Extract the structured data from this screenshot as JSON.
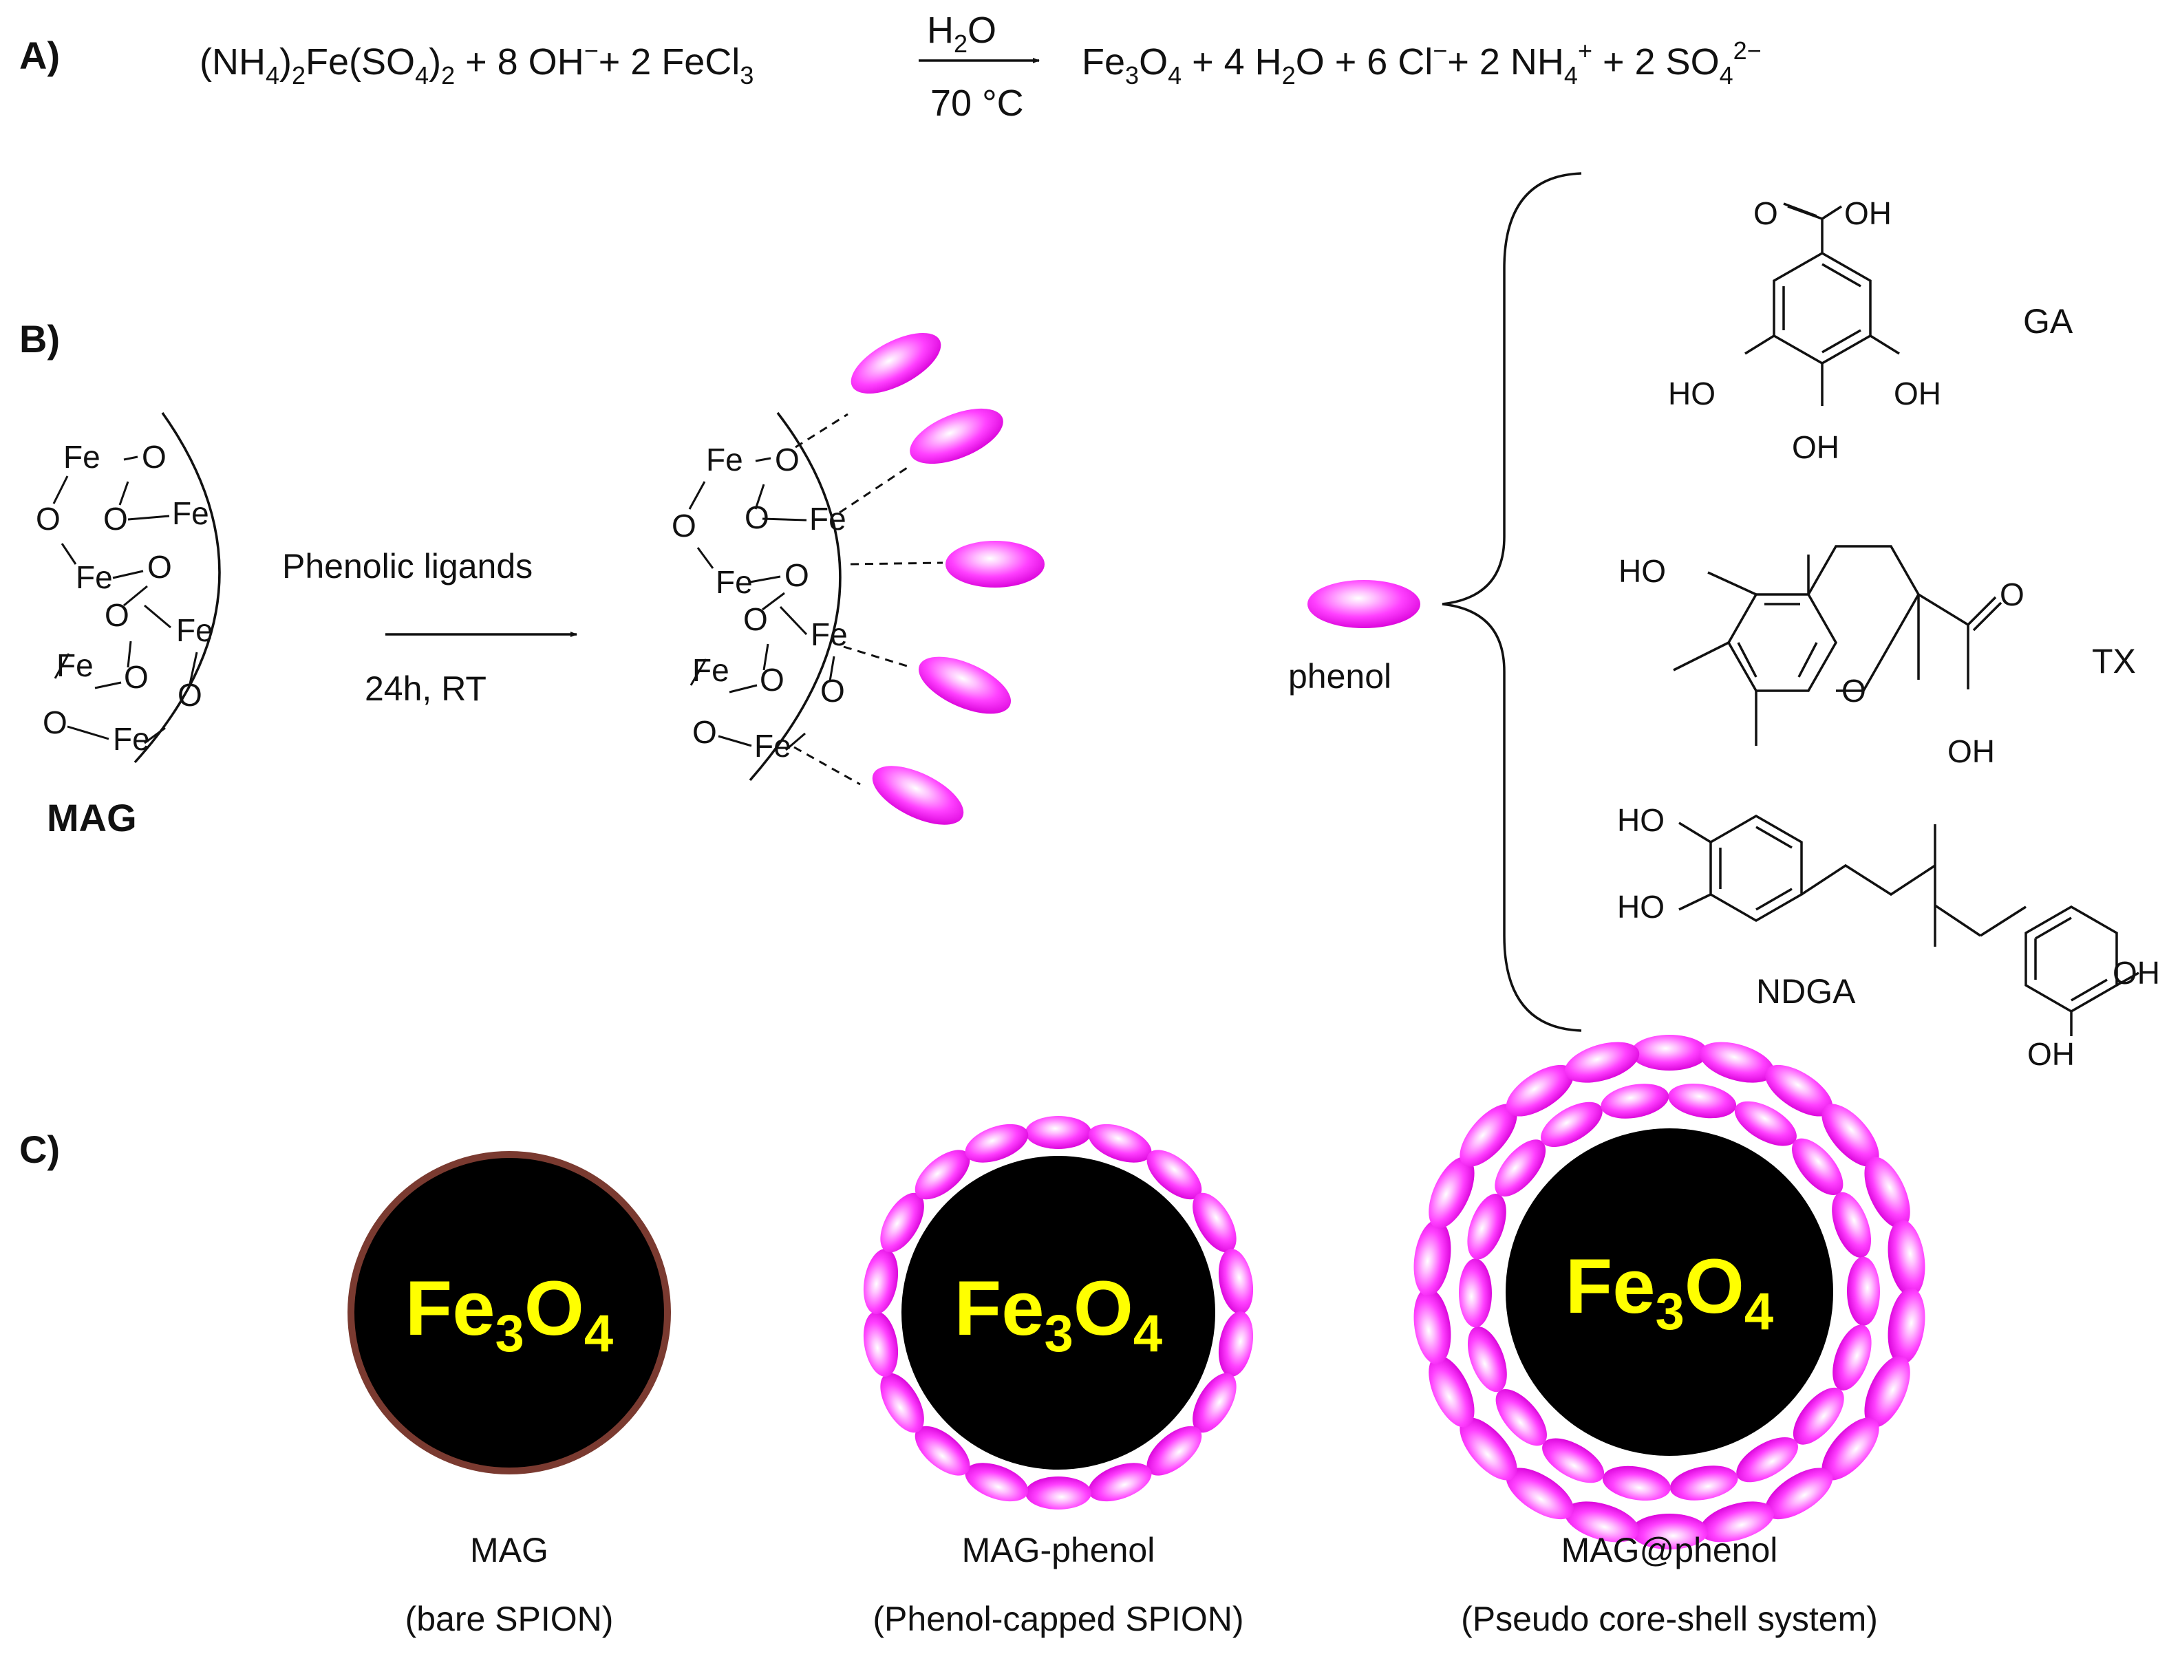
{
  "panels": {
    "a": "A)",
    "b": "B)",
    "c": "C)"
  },
  "equation": {
    "reactants": {
      "p1": "(NH",
      "s1": "4",
      "p2": ")",
      "s2": "2",
      "p3": "Fe(SO",
      "s3": "4",
      "p4": ")",
      "s4": "2",
      "p5": " + 8 OH",
      "sup1": "−",
      "p6": "+ 2 FeCl",
      "s5": "3"
    },
    "cond_top": {
      "a": "H",
      "b": "2",
      "c": "O"
    },
    "cond_bottom": "70 °C",
    "products": {
      "p1": "Fe",
      "s1": "3",
      "p2": "O",
      "s2": "4",
      "p3": " + 4 H",
      "s3": "2",
      "p4": "O + 6 Cl",
      "sup1": "−",
      "p5": "+ 2 NH",
      "s4": "4",
      "sup2": "+",
      "p6": " + 2 SO",
      "s5": "4",
      "sup3": "2−"
    }
  },
  "scheme_b": {
    "mag_label": "MAG",
    "reagent": "Phenolic ligands",
    "conditions": "24h, RT",
    "phenol_label": "phenol",
    "atoms": {
      "fe": "Fe",
      "o": "O"
    }
  },
  "ligands": {
    "ga": {
      "name": "GA",
      "o": "O",
      "oh": "OH",
      "ho": "HO"
    },
    "tx": {
      "name": "TX",
      "ho": "HO",
      "o": "O",
      "oh": "OH"
    },
    "ndga": {
      "name": "NDGA",
      "ho": "HO",
      "oh": "OH"
    }
  },
  "particles": [
    {
      "core_label": {
        "a": "Fe",
        "b": "3",
        "c": "O",
        "d": "4"
      },
      "name": "MAG",
      "desc": "(bare SPION)"
    },
    {
      "core_label": {
        "a": "Fe",
        "b": "3",
        "c": "O",
        "d": "4"
      },
      "name": "MAG-phenol",
      "desc": "(Phenol-capped SPION)"
    },
    {
      "core_label": {
        "a": "Fe",
        "b": "3",
        "c": "O",
        "d": "4"
      },
      "name": "MAG@phenol",
      "desc": "(Pseudo core-shell system)"
    }
  ],
  "colors": {
    "phenol_pink": "#ff33ff",
    "core": "#000000",
    "bare_rim": "#7a3a30",
    "core_text": "#ffff00"
  }
}
